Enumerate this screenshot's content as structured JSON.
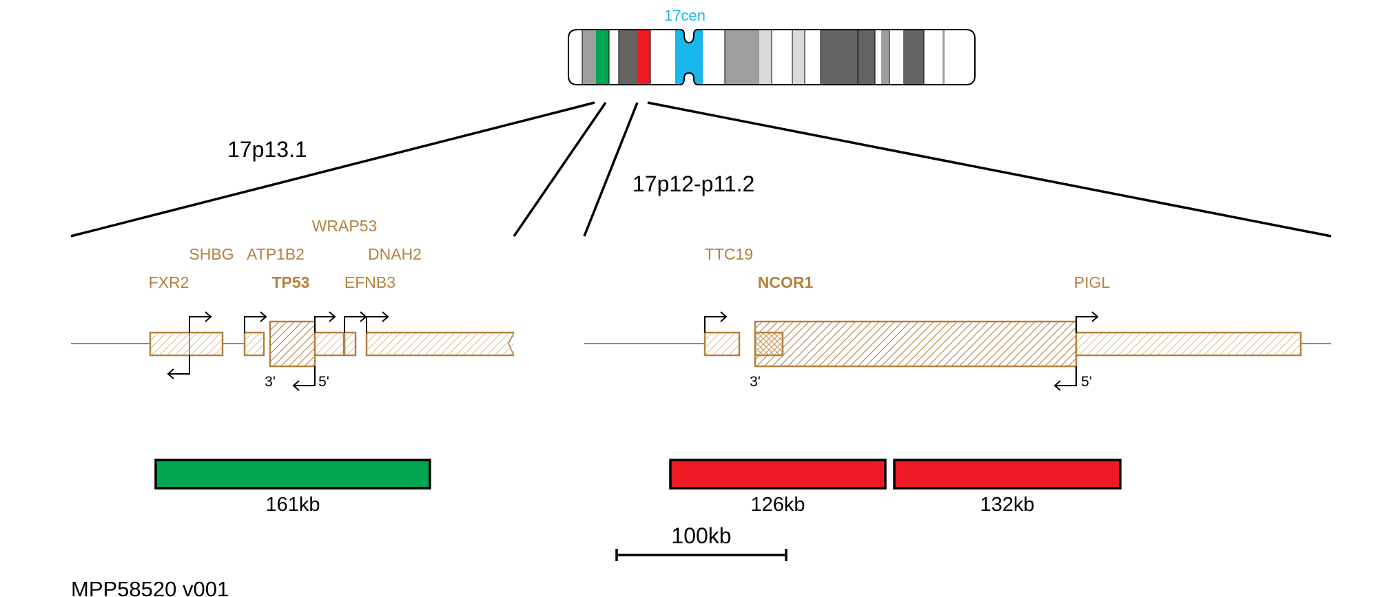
{
  "chromosome": {
    "centromere_label": "17cen",
    "band_colors": {
      "light": "#ffffff",
      "pale": "#d9d9d9",
      "gray": "#9e9e9e",
      "dark": "#636363",
      "green_probe": "#00a651",
      "red_probe": "#ed1c24",
      "centromere": "#1ab7ea"
    }
  },
  "regions": {
    "left": "17p13.1",
    "right": "17p12-p11.2"
  },
  "genes_left": {
    "wrap53": "WRAP53",
    "shbg": "SHBG",
    "atp1b2": "ATP1B2",
    "dnah2": "DNAH2",
    "fxr2": "FXR2",
    "tp53": "TP53",
    "efnb3": "EFNB3"
  },
  "genes_right": {
    "ttc19": "TTC19",
    "ncor1": "NCOR1",
    "pigl": "PIGL"
  },
  "ends": {
    "left_3": "3'",
    "left_5": "5'",
    "right_3": "3'",
    "right_5": "5'"
  },
  "probes": {
    "green": {
      "size": "161kb",
      "color": "#00a651"
    },
    "red_1": {
      "size": "126kb",
      "color": "#ed1c24"
    },
    "red_2": {
      "size": "132kb",
      "color": "#ed1c24"
    }
  },
  "scale_bar": "100kb",
  "product_id": "MPP58520 v001",
  "colors": {
    "gene": "#b5803f",
    "line": "#000000"
  }
}
